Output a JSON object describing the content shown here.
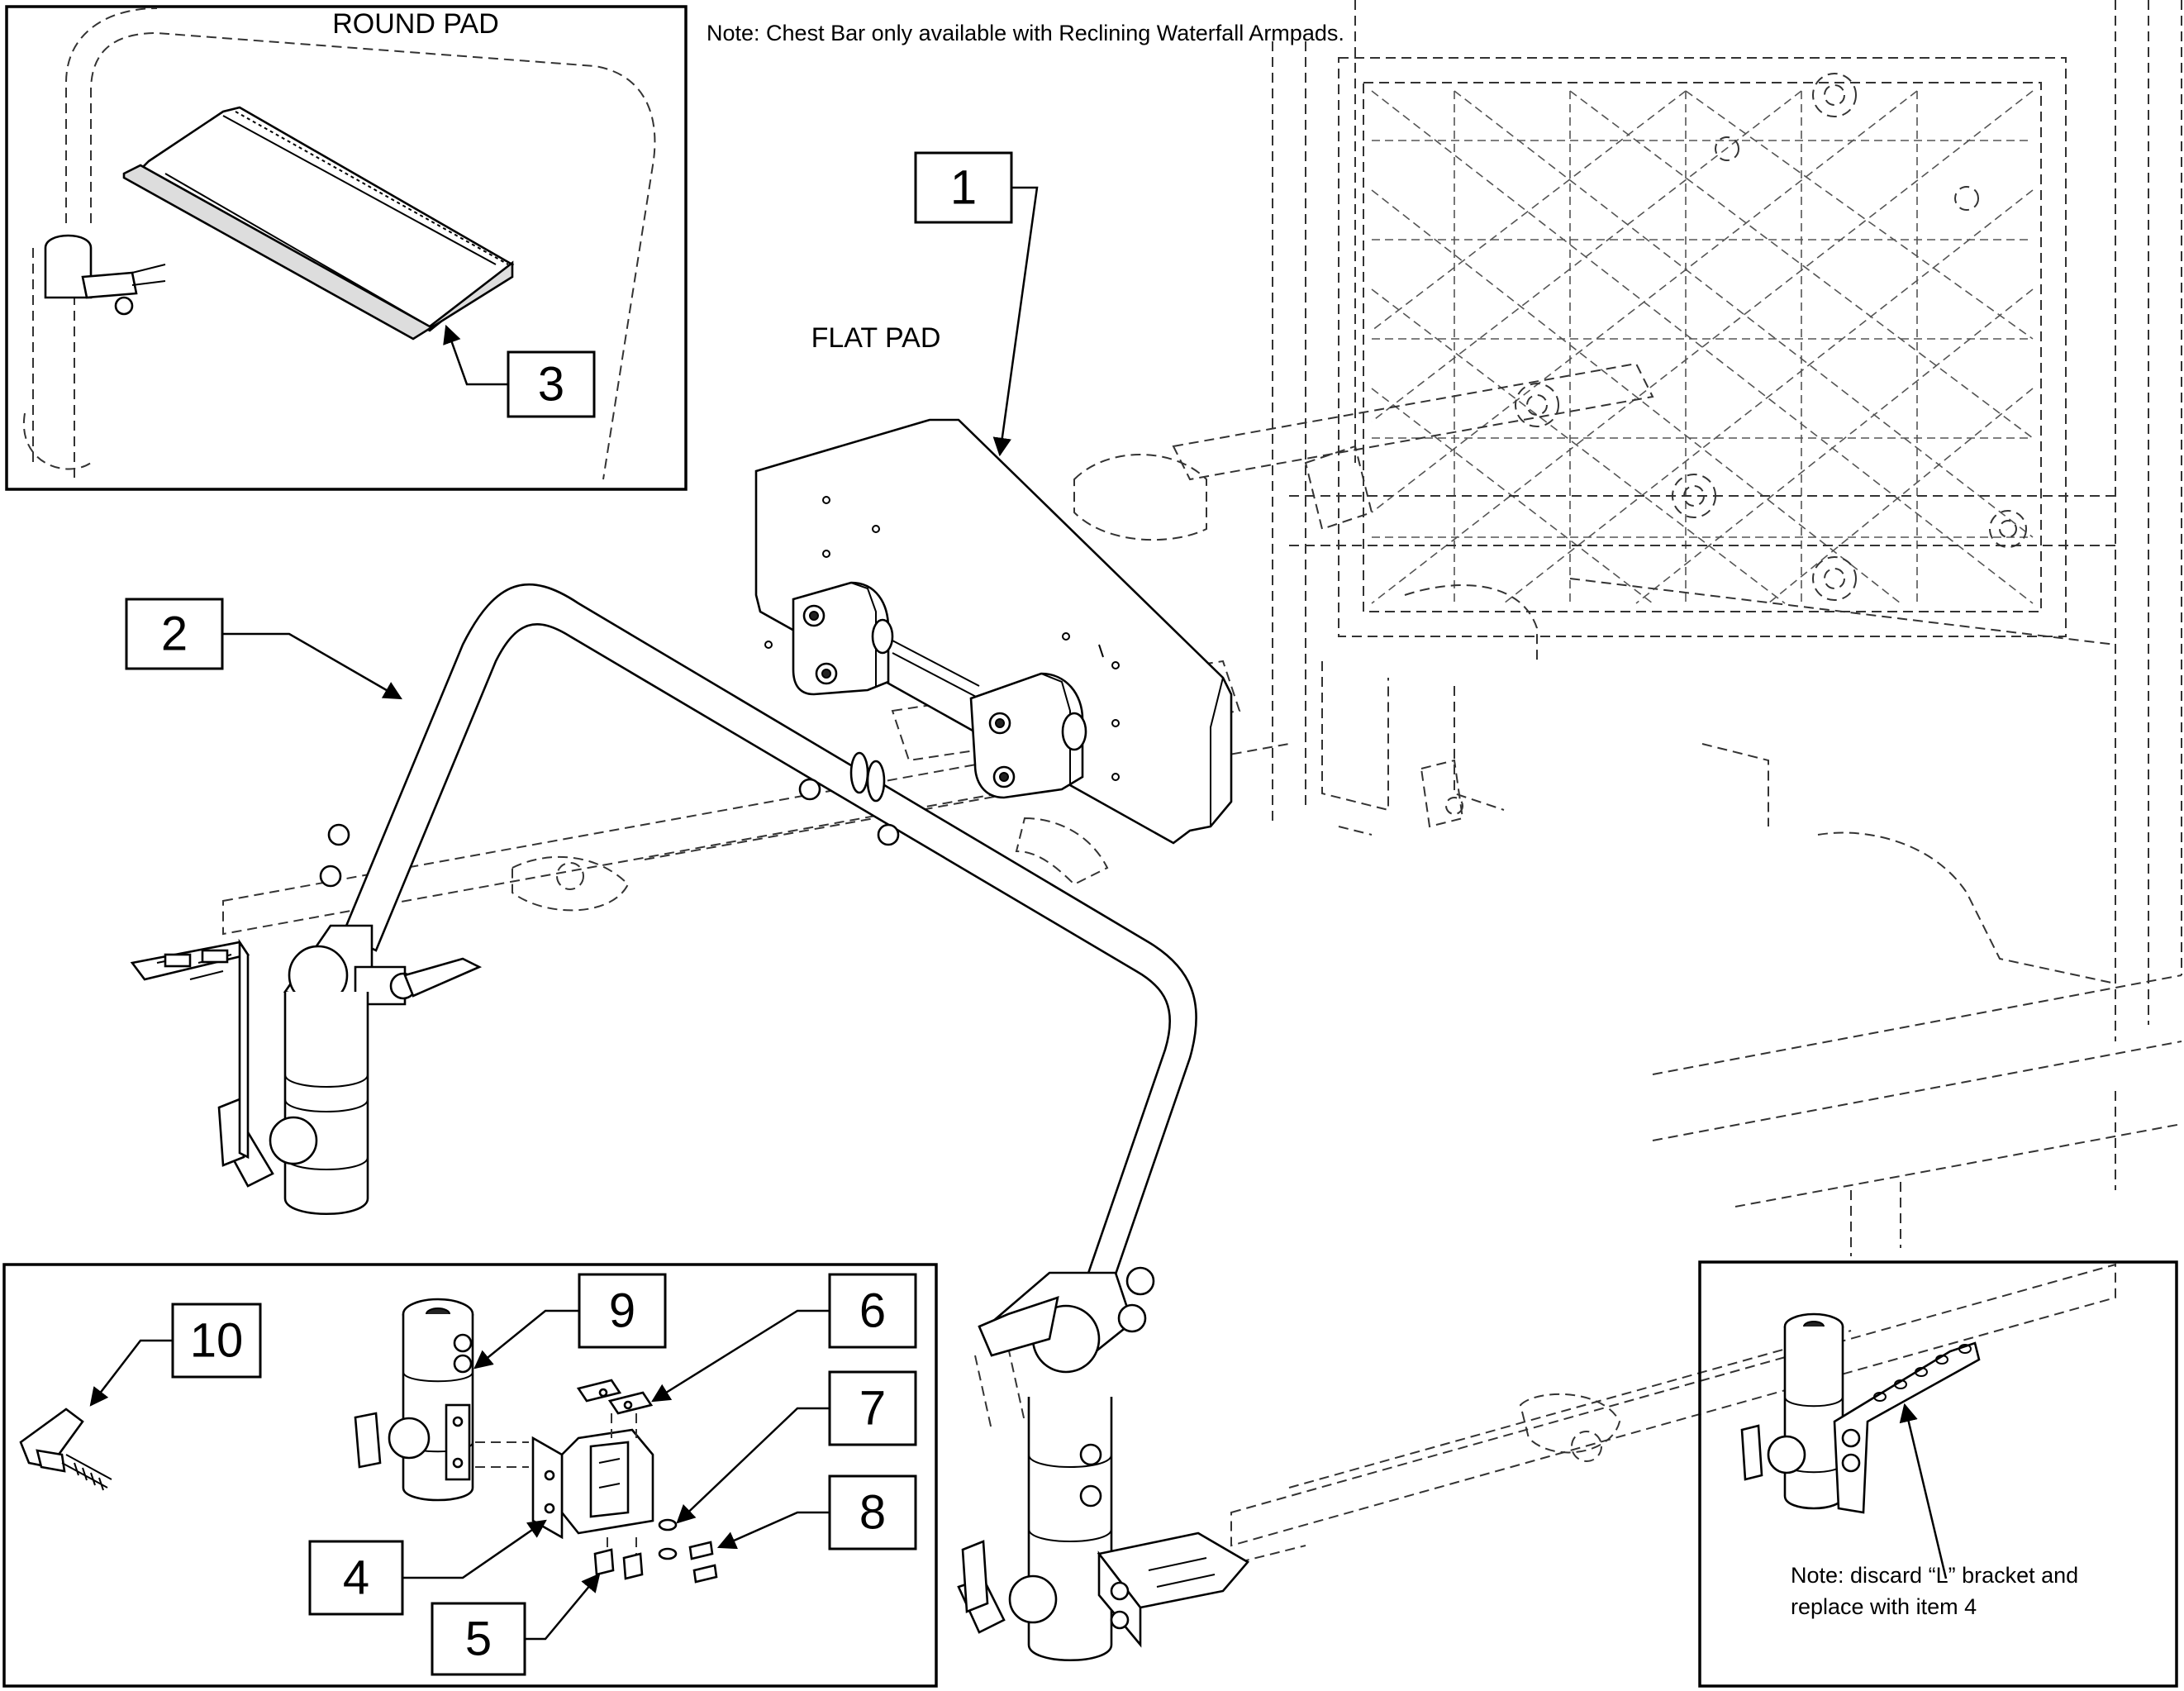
{
  "notes": {
    "top": "Note: Chest Bar only available with Reclining Waterfall Armpads.",
    "bottom_right_line1": "Note: discard “L” bracket and",
    "bottom_right_line2": "replace with item 4"
  },
  "labels": {
    "round_pad": "ROUND PAD",
    "flat_pad": "FLAT PAD"
  },
  "callouts": [
    "1",
    "2",
    "3",
    "4",
    "5",
    "6",
    "7",
    "8",
    "9",
    "10"
  ],
  "colors": {
    "line": "#000000",
    "background": "#ffffff",
    "hidden_line": "#333333"
  }
}
